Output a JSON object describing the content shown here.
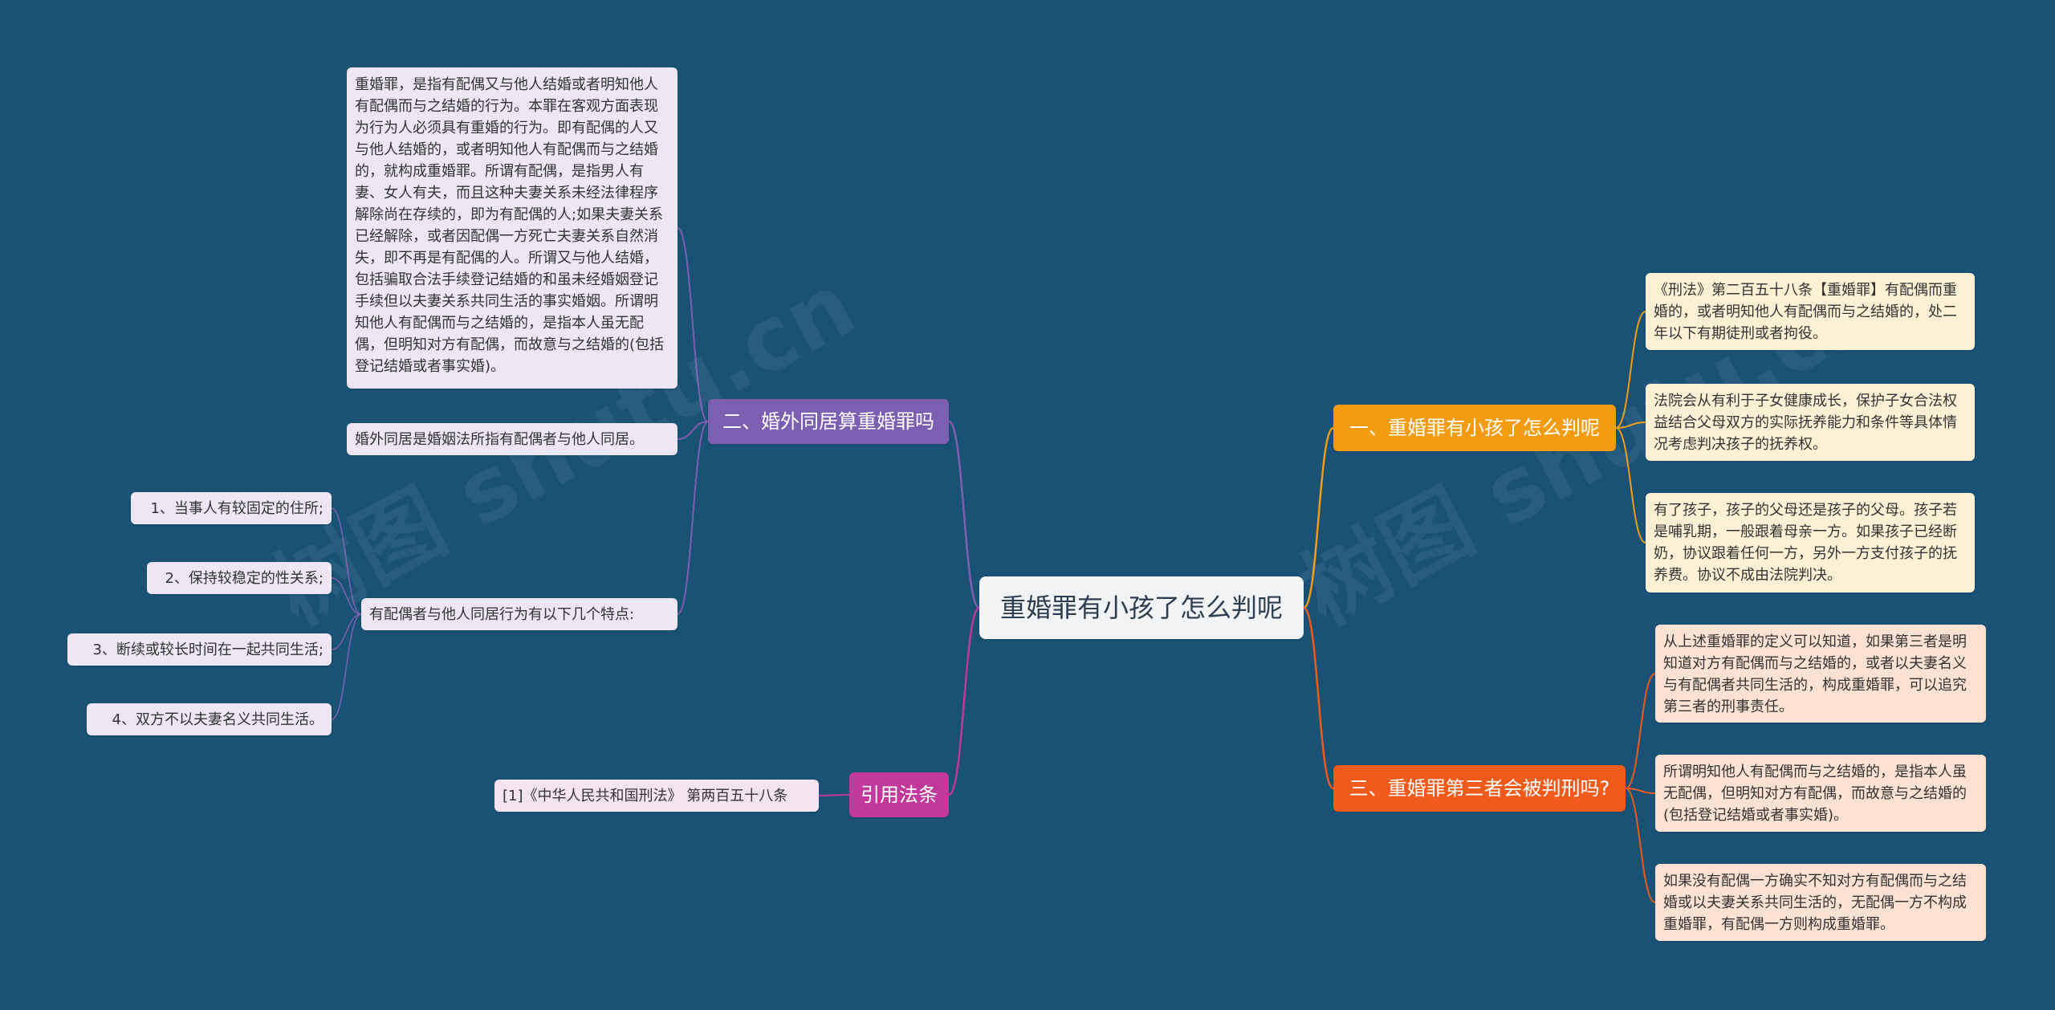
{
  "root": {
    "title": "重婚罪有小孩了怎么判呢"
  },
  "branches": {
    "b1": {
      "title": "一、重婚罪有小孩了怎么判呢"
    },
    "b2": {
      "title": "二、婚外同居算重婚罪吗"
    },
    "b3": {
      "title": "三、重婚罪第三者会被判刑吗?"
    },
    "b4": {
      "title": "引用法条"
    }
  },
  "leaves": {
    "b1_1": "《刑法》第二百五十八条【重婚罪】有配偶而重婚的，或者明知他人有配偶而与之结婚的，处二年以下有期徒刑或者拘役。",
    "b1_2": "法院会从有利于子女健康成长，保护子女合法权益结合父母双方的实际抚养能力和条件等具体情况考虑判决孩子的抚养权。",
    "b1_3": "有了孩子，孩子的父母还是孩子的父母。孩子若是哺乳期，一般跟着母亲一方。如果孩子已经断奶，协议跟着任何一方，另外一方支付孩子的抚养费。协议不成由法院判决。",
    "b3_1": "从上述重婚罪的定义可以知道，如果第三者是明知道对方有配偶而与之结婚的，或者以夫妻名义与有配偶者共同生活的，构成重婚罪，可以追究第三者的刑事责任。",
    "b3_2": "所谓明知他人有配偶而与之结婚的，是指本人虽无配偶，但明知对方有配偶，而故意与之结婚的(包括登记结婚或者事实婚)。",
    "b3_3": "如果没有配偶一方确实不知对方有配偶而与之结婚或以夫妻关系共同生活的，无配偶一方不构成重婚罪，有配偶一方则构成重婚罪。",
    "b2_1": "重婚罪，是指有配偶又与他人结婚或者明知他人有配偶而与之结婚的行为。本罪在客观方面表现为行为人必须具有重婚的行为。即有配偶的人又与他人结婚的，或者明知他人有配偶而与之结婚的，就构成重婚罪。所谓有配偶，是指男人有妻、女人有夫，而且这种夫妻关系未经法律程序解除尚在存续的，即为有配偶的人;如果夫妻关系已经解除，或者因配偶一方死亡夫妻关系自然消失，即不再是有配偶的人。所谓又与他人结婚，包括骗取合法手续登记结婚的和虽未经婚姻登记手续但以夫妻关系共同生活的事实婚姻。所谓明知他人有配偶而与之结婚的，是指本人虽无配偶，但明知对方有配偶，而故意与之结婚的(包括登记结婚或者事实婚)。",
    "b2_2": "婚外同居是婚姻法所指有配偶者与他人同居。",
    "b2_3": "有配偶者与他人同居行为有以下几个特点:",
    "b2_3_1": "1、当事人有较固定的住所;",
    "b2_3_2": "2、保持较稳定的性关系;",
    "b2_3_3": "3、断续或较长时间在一起共同生活;",
    "b2_3_4": "4、双方不以夫妻名义共同生活。",
    "b4_1": "[1]《中华人民共和国刑法》 第两百五十八条"
  },
  "watermarks": [
    "树图 shutu.cn",
    "树图 shutu.cn"
  ],
  "colors": {
    "background": "#1a5276",
    "orange": "#f39c12",
    "deep_orange": "#f05a1a",
    "purple": "#7d5fb2",
    "magenta": "#c0399b"
  }
}
